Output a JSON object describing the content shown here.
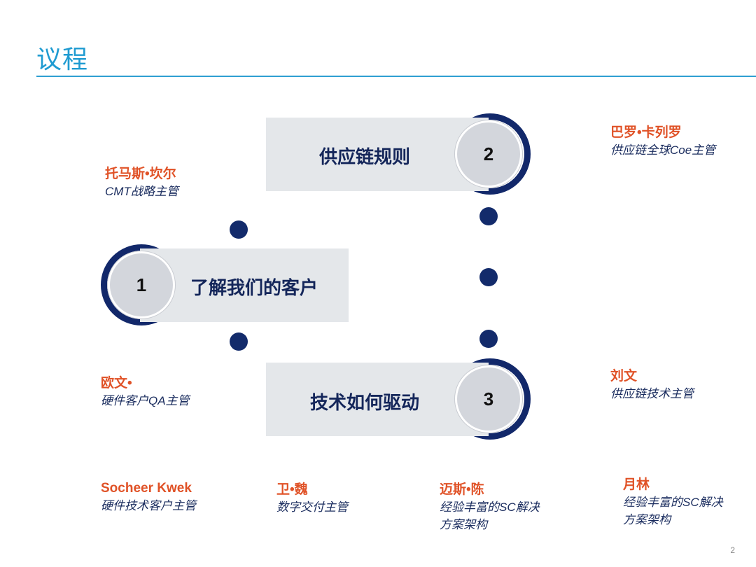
{
  "page": {
    "title": "议程",
    "page_number": "2"
  },
  "agenda": [
    {
      "number": "1",
      "label": "了解我们的客户"
    },
    {
      "number": "2",
      "label": "供应链规则"
    },
    {
      "number": "3",
      "label": "技术如何驱动"
    }
  ],
  "people": [
    {
      "name": "托马斯•坎尔",
      "role": "CMT战略主管"
    },
    {
      "name": "巴罗•卡列罗",
      "role": "供应链全球Coe主管"
    },
    {
      "name": "欧文•",
      "role": "硬件客户QA主管"
    },
    {
      "name": "刘文",
      "role": "供应链技术主管"
    },
    {
      "name": "Socheer Kwek",
      "role": "硬件技术客户主管"
    },
    {
      "name": "卫•魏",
      "role": "数字交付主管"
    },
    {
      "name": "迈斯•陈",
      "role": "经验丰富的SC解决\n方案架构"
    },
    {
      "name": "月林",
      "role": "经验丰富的SC解决\n方案架构"
    }
  ],
  "colors": {
    "title": "#1f9bd1",
    "navy": "#12286a",
    "accent_orange": "#e05227",
    "banner_grey": "#e4e7ea"
  }
}
